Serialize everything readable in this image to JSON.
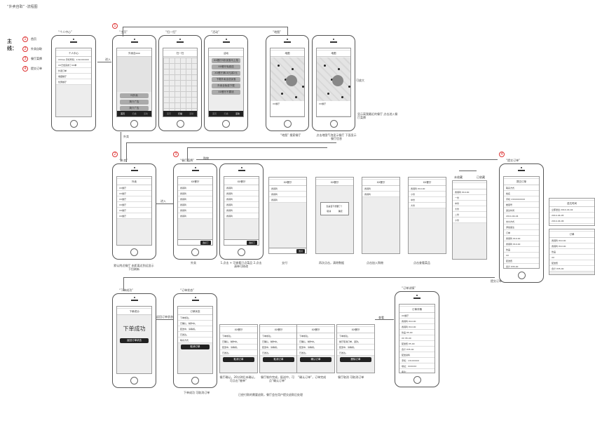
{
  "doc_title": "“外卖自取” -流程图",
  "legend": {
    "main_label": "主线：",
    "items": [
      {
        "num": "1",
        "label": "首页"
      },
      {
        "num": "2",
        "label": "外卖自取"
      },
      {
        "num": "3",
        "label": "餐厅菜牌"
      },
      {
        "num": "4",
        "label": "提交订单"
      }
    ]
  },
  "phones": [
    {
      "id": "personal",
      "caption": "“个人中心”",
      "title": "个人中心",
      "rows": [
        "XXXaa 手机号码：131XXXXXX",
        "XX已经完成了XX单",
        "外卖订单",
        "收藏餐厅",
        "优惠餐厅"
      ]
    },
    {
      "id": "home",
      "caption": "“主页”",
      "num": "1",
      "title": "外卖自xxx",
      "buttons": [
        "叫外卖",
        "简介广告",
        "简介广告"
      ],
      "tabs": [
        "首页",
        "扫描",
        "活动"
      ]
    },
    {
      "id": "scan",
      "caption": "“扫一扫”",
      "title": "扫一扫",
      "tabs": [
        "首页",
        "扫描",
        "活动"
      ]
    },
    {
      "id": "activity",
      "caption": "“活动”",
      "title": "活动",
      "buttons": [
        "XX餐厅5折优惠马上抢",
        "XX餐厅免费送",
        "XX餐厅满18元减2元",
        "下载外卖全送优惠",
        "外卖全免费下载",
        "XX餐厅不要钱"
      ],
      "tabs": [
        "首页",
        "扫描",
        "活动"
      ]
    },
    {
      "id": "map1",
      "caption": "“地图”",
      "title": "地图",
      "card": "XX餐厅"
    },
    {
      "id": "map2",
      "title": "地图",
      "card": "XX餐厅"
    },
    {
      "id": "takeout",
      "caption": "“外卖”",
      "num": "2",
      "title": "外卖",
      "rows": [
        "XX餐厅",
        "XX餐厅",
        "XX餐厅",
        "XX餐厅",
        "XX餐厅",
        "XX餐厅"
      ]
    },
    {
      "id": "menu1",
      "caption": "“餐厅菜牌”",
      "num": "3",
      "title": "XX餐厅",
      "rows": [
        "香辣鸡",
        "香辣鸡",
        "香辣鸡",
        "香辣鸡",
        "香辣鸡",
        "香辣鸡"
      ],
      "footer": "选好了"
    },
    {
      "id": "menu2",
      "title": "XX餐厅",
      "rows": [
        "香辣鸡",
        "香辣鸡",
        "香辣鸡",
        "香辣鸡",
        "香辣鸡",
        "香辣鸡"
      ],
      "footer": "选好了"
    },
    {
      "id": "success",
      "caption": "“下单成功”",
      "title": "下单成功",
      "big": "下单成功",
      "buttons": [
        "返回订单状态"
      ]
    },
    {
      "id": "status",
      "caption": "“订单状态”",
      "title": "订单状态",
      "rows": [
        "下单成功。",
        "已确认，制作中。",
        "配送中，请等候。",
        "已送达。",
        "联系方式"
      ],
      "buttons": [
        "取消订单"
      ]
    },
    {
      "id": "detail",
      "caption": "“订单详情”",
      "title": "订单详情",
      "rows": [
        "XX餐厅",
        "香辣鸡 ¥10.00",
        "香辣鸡 ¥10.00",
        "饮品 ¥5.00",
        "XX ¥5.00",
        "配送费 ¥5.00",
        "合计 ¥35.00",
        "配送资料",
        "手机：131XXXXX",
        "地址：XXXXXX",
        "备注："
      ]
    },
    {
      "id": "submit",
      "caption": "“提交订单”",
      "num": "4",
      "title": "提交订单",
      "rows": [
        "联系方式",
        "姓名",
        "手机 13XXXXXXXX",
        "楼层号",
        "送达时间",
        "2014-04-04",
        "支付方式",
        "添加备注",
        "订单",
        "香辣鸡 ¥10.00",
        "香辣鸡 ¥10.00",
        "饮品",
        "XX",
        "配送费",
        "合计 ¥35.00",
        "支付方式",
        "添加备注"
      ],
      "buttons": [
        "提交订单"
      ]
    }
  ],
  "boxes": [
    {
      "id": "m3",
      "title": "XX餐厅",
      "rows": [
        "香辣鸡",
        "香辣鸡",
        "香辣鸡"
      ],
      "footer": "支付"
    },
    {
      "id": "m4",
      "title": "XX餐厅",
      "dialog": [
        "您是否不想要了？",
        "取消",
        "确定"
      ]
    },
    {
      "id": "m5",
      "title": "XX餐厅",
      "rows": [
        "香辣鸡",
        "香辣鸡"
      ]
    },
    {
      "id": "m6",
      "title": "XX餐厅",
      "rows": [
        "香辣鸡 ¥10.00",
        "小份",
        "中份",
        "大份"
      ]
    },
    {
      "id": "m7",
      "title": "",
      "rows": [
        "香辣鸡 ¥10.00",
        "一份",
        "中份",
        "大份",
        "二份",
        "小份"
      ]
    },
    {
      "id": "pop1",
      "title": "送达时间",
      "rows": [
        "立即送出 2014-04-04",
        "2014-04-05",
        "2014-04-06",
        "2014-04-07",
        "2014-04-08"
      ]
    },
    {
      "id": "pop2",
      "title": "订单",
      "rows": [
        "香辣鸡 ¥10.00",
        "香辣鸡 ¥10.00",
        "饮品",
        "XX",
        "配送费",
        "合计 ¥35.00"
      ]
    },
    {
      "id": "s1",
      "title": "XX餐厅",
      "rows": [
        "下单成功。",
        "已确认，制作中。",
        "配送中，请等候。",
        "已送达。"
      ],
      "button": "取消订单"
    },
    {
      "id": "s2",
      "title": "XX餐厅",
      "rows": [
        "下单成功。",
        "已确认，制作中。",
        "配送中，请等候。",
        "已送达。"
      ],
      "button": "取消订单"
    },
    {
      "id": "s3",
      "title": "XX餐厅",
      "rows": [
        "下单成功。",
        "已确认，制作中。",
        "配送中，请等候。",
        "已送达。"
      ],
      "button": "确认订单"
    },
    {
      "id": "s4",
      "title": "XX餐厅",
      "rows": [
        "下单成功。",
        "餐厅取消订单，退款。",
        "配送中，请等候。",
        "已送达。"
      ],
      "button": "删除订单"
    }
  ],
  "annotations": {
    "goto_personal": "进入",
    "takeout": "外卖",
    "map_note_1": "“地图” 搜索餐厅",
    "map_note_2": "点击地图气泡显示餐厅 下面显示餐厅信息",
    "zoom_in": "可放大",
    "card_note": "显示离我最近的餐厅 点击进入餐厅菜牌",
    "enter_menu": "进入",
    "cart": "购物",
    "takeout_note": "默认附近餐厅 由距离近到远显示 下拉刷新",
    "menu1_note": "外卖",
    "menu2_note": "1.点击 + 可查看已点菜品 2.点击清单可修改",
    "m3_note": "支付",
    "m4_note": "再次点击，清除数据",
    "m5_note": "点击加入购物",
    "m6_note": "点击查看菜品",
    "not_fav": "未收藏",
    "fav": "已收藏",
    "submit_note": "提交订单",
    "back_status": "返回订单状态",
    "status_note": "下单成功 可取消订单",
    "s1_note": "餐厅确认，20分钟后未确认，可点击“催单”",
    "s2_note": "餐厅制作完成，配送中，可点“确认订单”",
    "s3_note": "“确认订单”，订单完成",
    "s4_note": "餐厅取消 可取消订单",
    "bottom_note": "已经付款的需要退款，餐厅会在用户提交退款后处理",
    "goto_detail": "查看"
  }
}
